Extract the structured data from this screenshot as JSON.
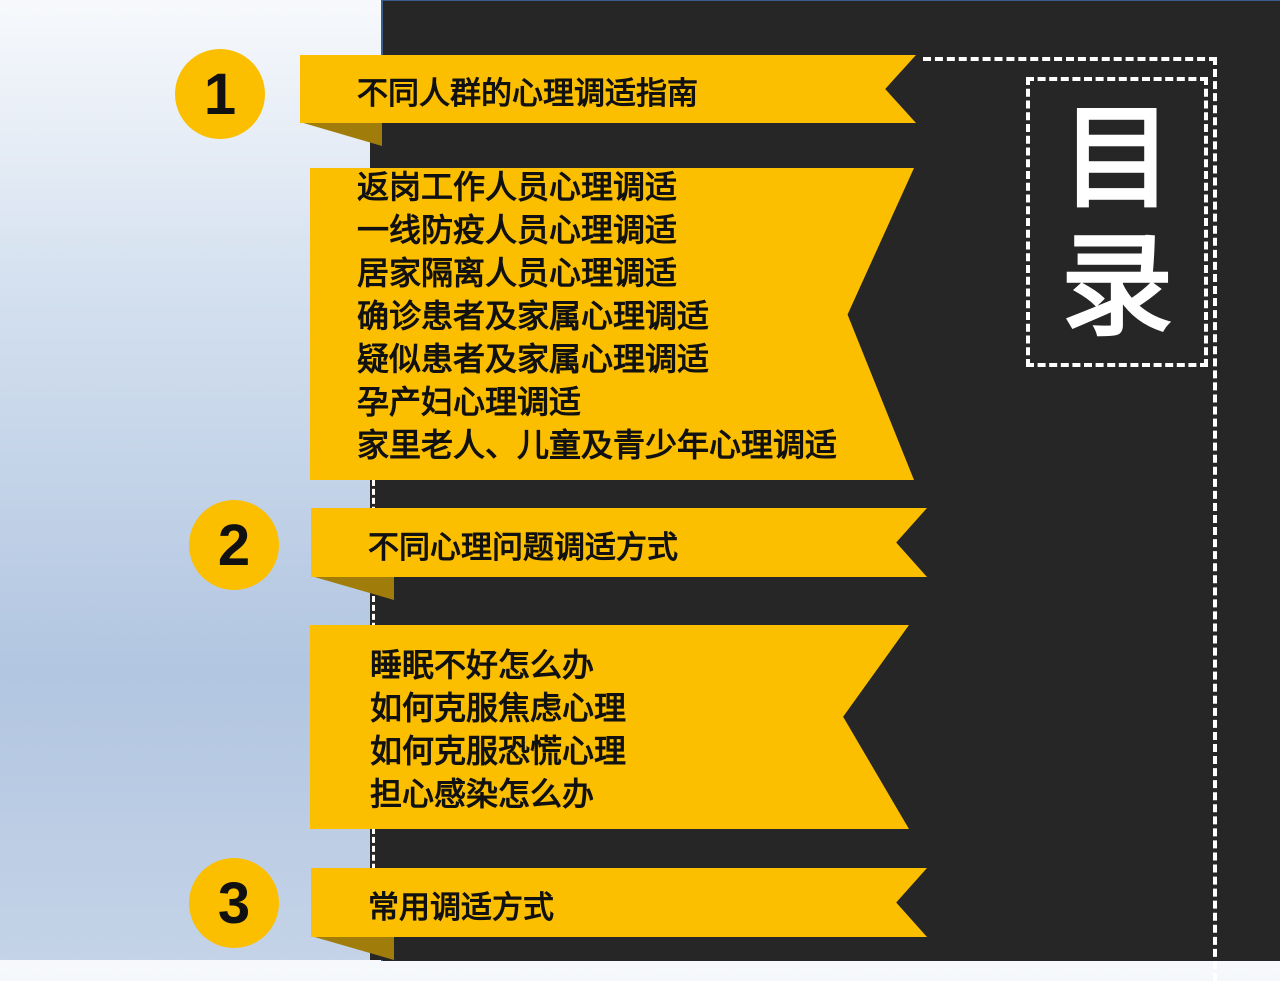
{
  "title": {
    "char1": "目",
    "char2": "录"
  },
  "sections": [
    {
      "number": "1",
      "label": "不同人群的心理调适指南",
      "items": [
        "返岗工作人员心理调适",
        "一线防疫人员心理调适",
        "居家隔离人员心理调适",
        "确诊患者及家属心理调适",
        "疑似患者及家属心理调适",
        "孕产妇心理调适",
        "家里老人、儿童及青少年心理调适"
      ]
    },
    {
      "number": "2",
      "label": "不同心理问题调适方式",
      "items": [
        "睡眠不好怎么办",
        "如何克服焦虑心理",
        "如何克服恐慌心理",
        "担心感染怎么办"
      ]
    },
    {
      "number": "3",
      "label": "常用调适方式",
      "items": []
    }
  ],
  "colors": {
    "accent": "#fbbf00",
    "panel": "#262626",
    "background": "#b2c6e1"
  }
}
